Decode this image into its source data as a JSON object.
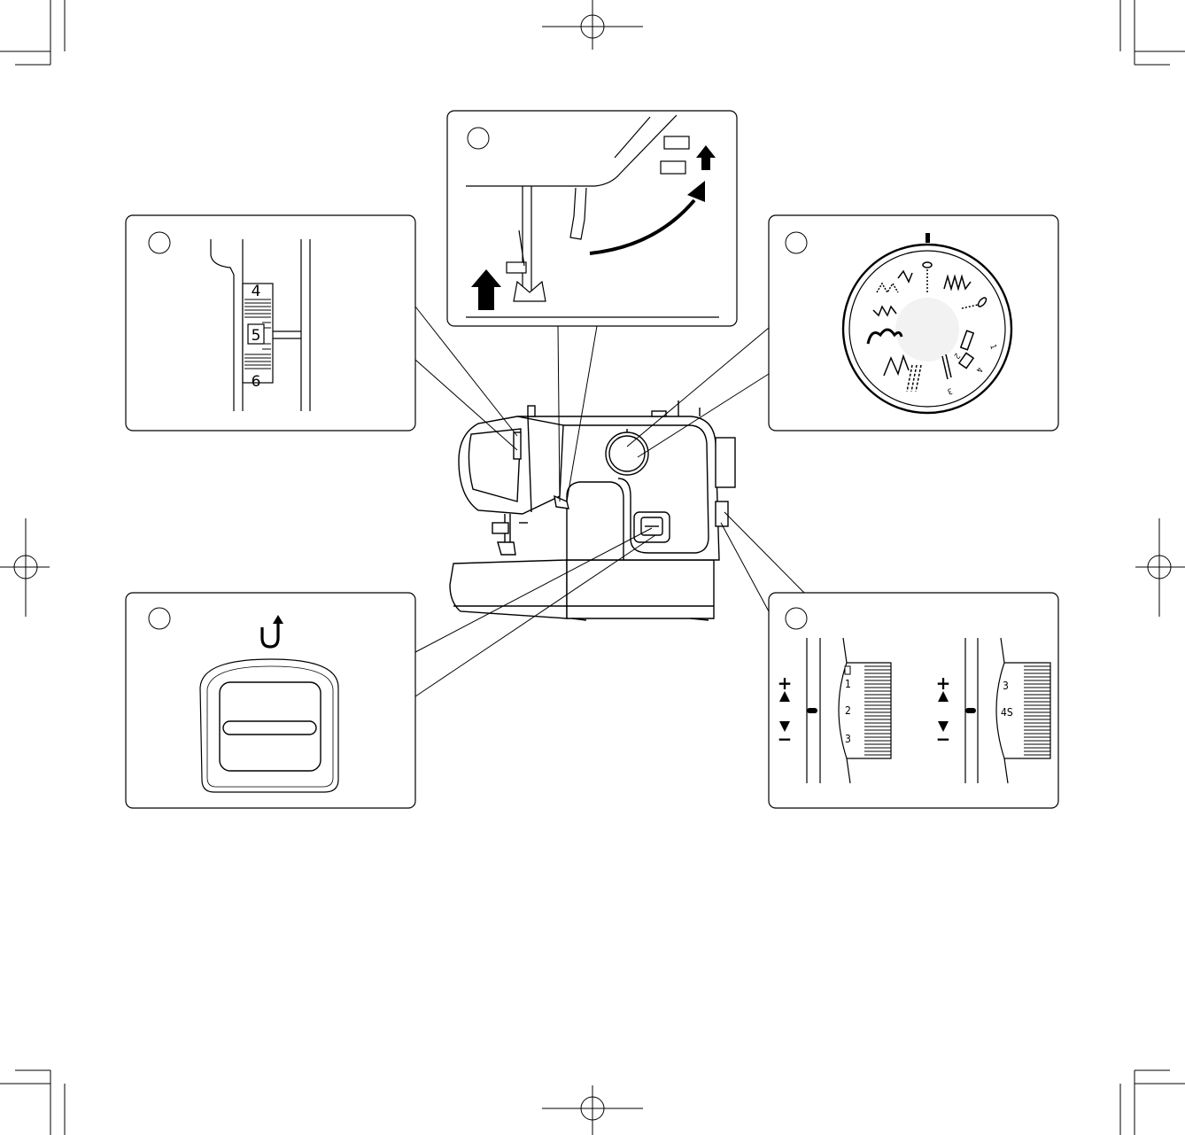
{
  "colors": {
    "line": "#000000",
    "background": "#ffffff",
    "dial_center": "#f2f2f2"
  },
  "tension_panel": {
    "numbers": [
      "4",
      "5",
      "6"
    ]
  },
  "length_panel": {
    "plus_symbol": "+",
    "minus_symbol": "−",
    "dial_a_numbers": [
      "1",
      "2",
      "3"
    ],
    "dial_b_numbers": [
      "3",
      "4S"
    ]
  },
  "pattern_panel": {
    "stitch_numbers": [
      "1",
      "2",
      "3",
      "4"
    ]
  },
  "reverse_panel": {
    "icon": "reverse-stitch-icon"
  }
}
